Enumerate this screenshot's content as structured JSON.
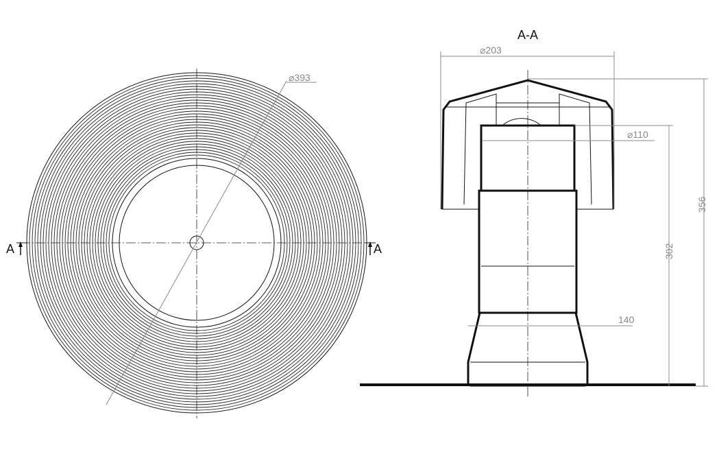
{
  "plan_view": {
    "section_marker_left": "A",
    "section_marker_right": "A",
    "dim_outer_diameter": "⌀393"
  },
  "section_view": {
    "title": "A-A",
    "dim_cap_diameter": "⌀203",
    "dim_pipe_diameter": "⌀110",
    "dim_base_width": "140",
    "dim_pipe_height": "302",
    "dim_total_height": "356"
  }
}
